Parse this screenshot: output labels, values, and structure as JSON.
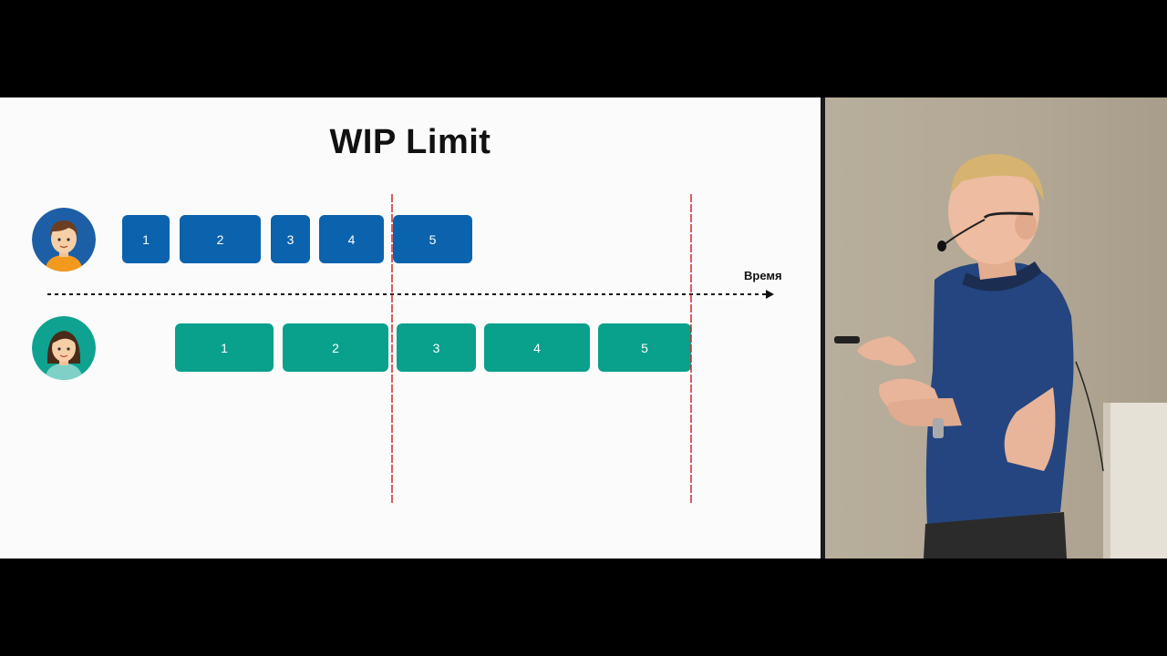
{
  "slide": {
    "title": "WIP Limit",
    "timeline_label": "Время",
    "colors": {
      "developer_tasks": "#0b62ad",
      "tester_tasks": "#09a08c",
      "limit_line": "#cf2a27"
    },
    "row1": {
      "avatar": "male-avatar-icon",
      "tasks": [
        "1",
        "2",
        "3",
        "4",
        "5"
      ]
    },
    "row2": {
      "avatar": "female-avatar-icon",
      "tasks": [
        "1",
        "2",
        "3",
        "4",
        "5"
      ]
    }
  },
  "video": {
    "description_icon": "speaker-video-feed"
  }
}
